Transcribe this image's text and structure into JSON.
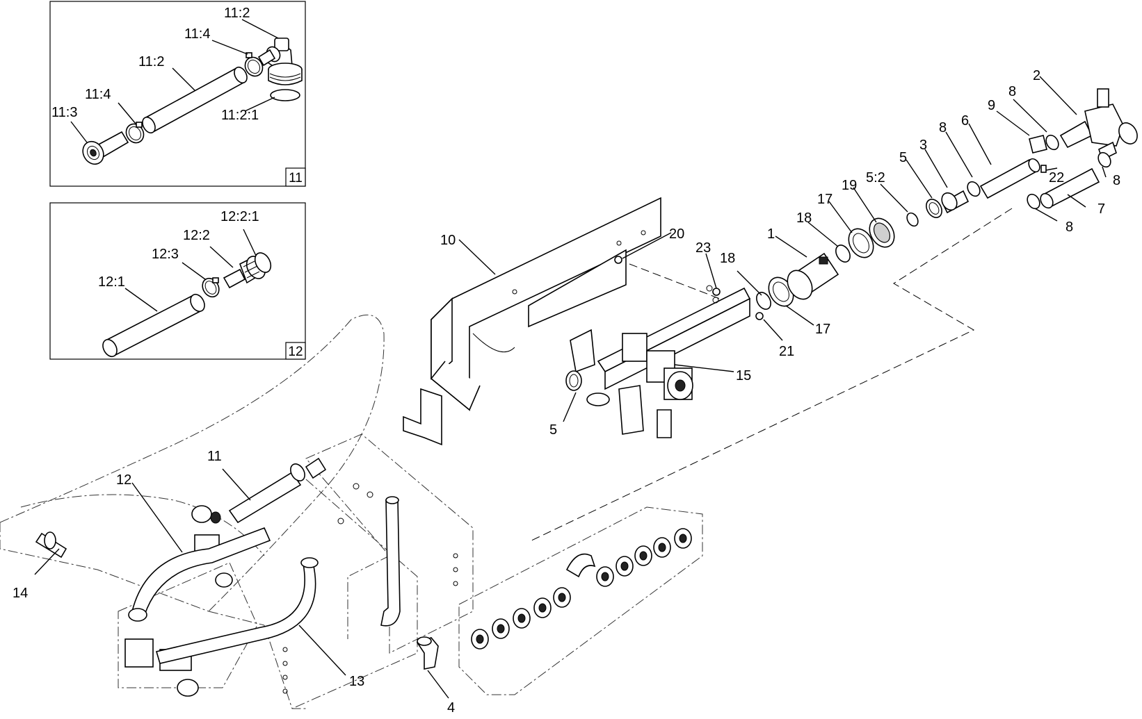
{
  "insets": [
    {
      "tag": "11",
      "labels": [
        "11:2",
        "11:4",
        "11:2",
        "11:4",
        "11:3",
        "11:2:1"
      ]
    },
    {
      "tag": "12",
      "labels": [
        "12:2:1",
        "12:2",
        "12:3",
        "12:1"
      ]
    }
  ],
  "callouts": [
    "2",
    "8",
    "9",
    "8",
    "6",
    "3",
    "5",
    "5:2",
    "19",
    "17",
    "18",
    "1",
    "22",
    "8",
    "7",
    "8",
    "20",
    "23",
    "18",
    "17",
    "21",
    "10",
    "15",
    "5",
    "11",
    "12",
    "14",
    "13",
    "4"
  ]
}
